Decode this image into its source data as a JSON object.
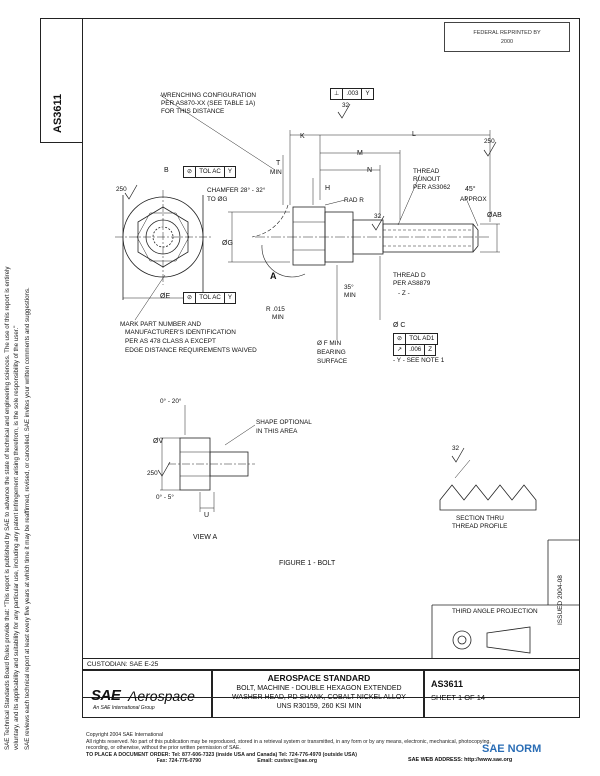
{
  "document": {
    "number": "AS3611",
    "stamp_line1": "FEDERAL REPRINTED BY",
    "stamp_line2": "2000"
  },
  "sidebar": {
    "line1": "SAE Technical Standards Board Rules provide that: \"This report is published by SAE to advance the state of technical and engineering sciences. The use of this report is entirely",
    "line2": "voluntary, and its applicability and suitability for any particular use, including any patent infringement arising therefrom, is the sole responsibility of the user.\"",
    "line3": "SAE reviews each technical report at least every five years at which time it may be reaffirmed, revised, or cancelled. SAE invites your written comments and suggestions."
  },
  "drawing": {
    "wrenching_l1": "WRENCHING CONFIGURATION",
    "wrenching_l2": "PER AS870-XX (SEE TABLE 1A)",
    "wrenching_l3": "FOR THIS DISTANCE",
    "fcf_top_tol": ".003",
    "fcf_top_datum": "Y",
    "fcf_B": "B",
    "fcf_tol_ac": "TOL AC",
    "fcf_datum_y": "Y",
    "finish_32": "32",
    "label_K": "K",
    "label_L": "L",
    "label_T": "T",
    "label_MIN": "MIN",
    "label_M": "M",
    "label_N": "N",
    "label_H": "H",
    "finish_250a": "250",
    "finish_250b": "250",
    "finish_250c": "250",
    "thread_runout_l1": "THREAD",
    "thread_runout_l2": "RUNOUT",
    "thread_runout_l3": "PER AS3062",
    "angle_45": "45°",
    "approx": "APPROX",
    "chamfer_l1": "CHAMFER 28° - 32°",
    "chamfer_l2": "TO ØG",
    "rad_r": "RAD R",
    "label_AB": "ØAB",
    "label_G": "ØG",
    "label_A": "A",
    "thread_d_l1": "THREAD D",
    "thread_d_l2": "PER AS8879",
    "thread_d_l3": "- Z -",
    "angle_35_l1": "35°",
    "angle_35_l2": "MIN",
    "label_E": "ØE",
    "r015_l1": "R .015",
    "r015_l2": "MIN",
    "label_C": "Ø C",
    "fcf_ad1_tol": "TOL AD1",
    "fcf_006": ".006",
    "fcf_z": "Z",
    "see_note": "- Y -  SEE NOTE 1",
    "mark_l1": "MARK PART NUMBER AND",
    "mark_l2": "MANUFACTURER'S IDENTIFICATION",
    "mark_l3": "PER AS 478 CLASS A EXCEPT",
    "mark_l4": "EDGE DISTANCE REQUIREMENTS WAIVED",
    "bearing_l1": "Ø F MIN",
    "bearing_l2": "BEARING",
    "bearing_l3": "SURFACE",
    "angle_0_20": "0° - 20°",
    "shape_l1": "SHAPE OPTIONAL",
    "shape_l2": "IN THIS AREA",
    "label_V": "ØV",
    "angle_0_5": "0° - 5°",
    "label_U": "U",
    "finish_32b": "32",
    "section_l1": "SECTION THRU",
    "section_l2": "THREAD PROFILE",
    "view_a": "VIEW A",
    "figure_caption": "FIGURE 1 - BOLT",
    "third_angle": "THIRD ANGLE PROJECTION",
    "issue_side": "ISSUED 2004-08"
  },
  "titleblock": {
    "custodian": "CUSTODIAN: SAE E-25",
    "logo_sae": "SAE",
    "logo_aero": "Aerospace",
    "logo_sub": "An SAE International Group",
    "standard": "AEROSPACE STANDARD",
    "title_l1": "BOLT, MACHINE - DOUBLE HEXAGON EXTENDED",
    "title_l2": "WASHER HEAD, PD SHANK, COBALT NICKEL ALLOY",
    "title_l3": "UNS R30159, 260 KSI MIN",
    "doc": "AS3611",
    "sheet": "SHEET 1 OF 14"
  },
  "footer": {
    "l1": "Copyright 2004 SAE International",
    "l2": "All rights reserved. No part of this publication may be reproduced, stored in a retrieval system or transmitted, in any form or by any means, electronic, mechanical, photocopying,",
    "l3": "recording, or otherwise, without the prior written permission of SAE.",
    "l4": "TO PLACE A DOCUMENT ORDER:    Tel: 877-606-7323 (inside USA and Canada)        Tel: 724-776-4970 (outside USA)",
    "l5": "                                                 Fax: 724-776-0790                                       Email: custsvc@sae.org",
    "web": "SAE WEB ADDRESS: http://www.sae.org"
  },
  "watermark": "SAE NORM"
}
